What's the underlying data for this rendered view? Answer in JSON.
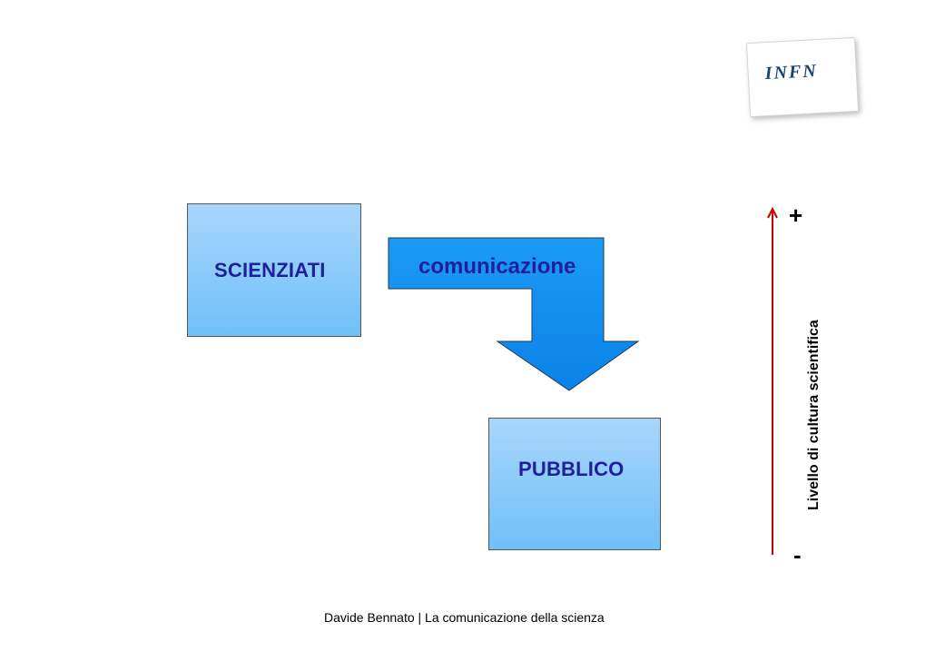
{
  "diagram": {
    "source_box": "SCIENZIATI",
    "target_box": "PUBBLICO",
    "arrow_label": "comunicazione",
    "axis": {
      "label": "Livello di cultura scientifica",
      "top_marker": "+",
      "bottom_marker": "-",
      "color": "#c00000"
    },
    "box_color": "#7cc7fb",
    "arrow_color": "#0f8ef0",
    "text_color": "#1f1f9a"
  },
  "logo": {
    "text": "INFN"
  },
  "footer": {
    "text": "Davide Bennato | La comunicazione della scienza"
  }
}
